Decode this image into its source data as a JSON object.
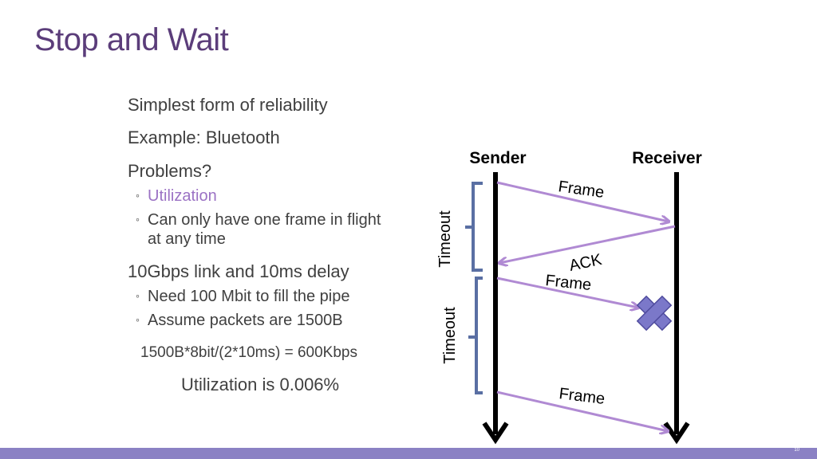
{
  "slide": {
    "title": "Stop and Wait",
    "page_number": "10"
  },
  "content": {
    "bullet1": "Simplest form of reliability",
    "bullet2": "Example: Bluetooth",
    "bullet3": "Problems?",
    "sub3a": "Utilization",
    "sub3b_line1": "Can only have one frame in flight",
    "sub3b_line2": "at any time",
    "bullet4": "10Gbps link and 10ms delay",
    "sub4a": "Need 100 Mbit to fill the pipe",
    "sub4b": "Assume packets are 1500B",
    "calc": "1500B*8bit/(2*10ms) = 600Kbps",
    "result": "Utilization is 0.006%"
  },
  "diagram": {
    "sender": "Sender",
    "receiver": "Receiver",
    "frame1": "Frame",
    "ack": "ACK",
    "frame2": "Frame",
    "frame3": "Frame",
    "timeout1": "Timeout",
    "timeout2": "Timeout",
    "colors": {
      "arrow": "#b08ad3",
      "bracket": "#5a6fa3",
      "cross": "#7b78c9",
      "timeline": "#000000"
    }
  }
}
